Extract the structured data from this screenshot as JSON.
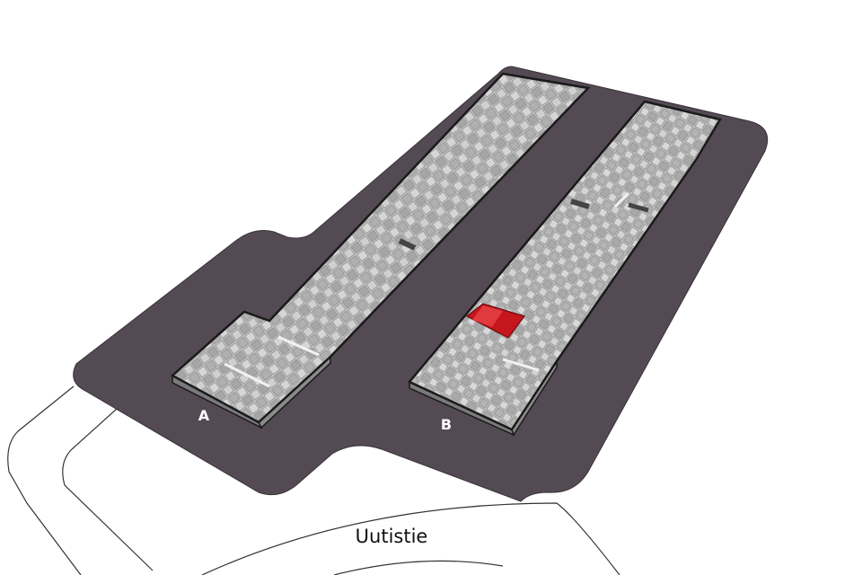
{
  "labels": {
    "building_a": "A",
    "building_b": "B",
    "street": "Uutistie"
  },
  "colors": {
    "background": "#ffffff",
    "lot": "#544a54",
    "roof_light": "#c9c9c9",
    "roof_mid": "#b3b3b3",
    "roof_dark": "#9a9a9a",
    "highlight_unit": "#c4161c",
    "outline": "#1a1a1a",
    "road_line": "#333333"
  },
  "highlighted_unit": {
    "building": "B"
  }
}
